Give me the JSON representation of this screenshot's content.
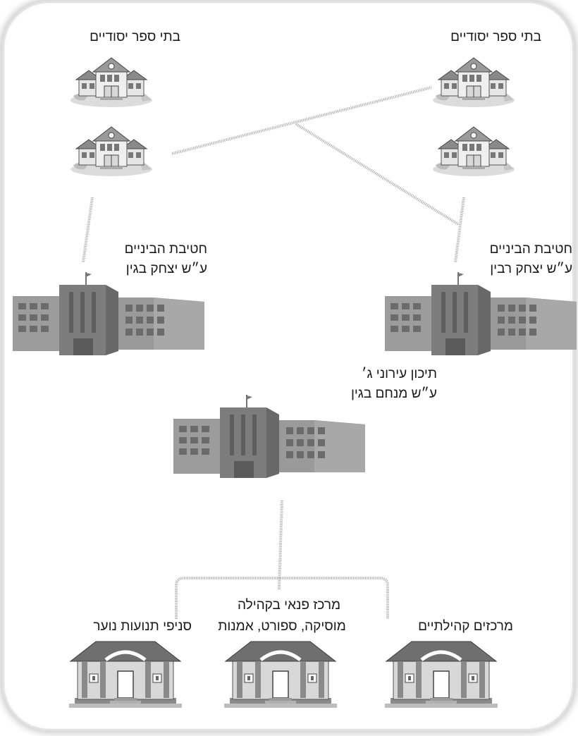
{
  "labels": {
    "primary_left": "בתי ספר יסודיים",
    "primary_right": "בתי ספר יסודיים",
    "middle_left_line1": "חטיבת הביניים",
    "middle_left_line2": "ע״ש יצחק בגין",
    "middle_right_line1": "חטיבת הביניים",
    "middle_right_line2": "ע״ש יצחק רבין",
    "high_line1": "תיכון עירוני ג׳",
    "high_line2": "ע״ש מנחם בגין",
    "youth_branches": "סניפי תנועות נוער",
    "private_center_line1": "מרכז פנאי בקהילה",
    "private_center_line2": "מוסיקה, ספורט, אמנות",
    "community_centers": "מרכזים קהילתיים"
  },
  "colors": {
    "line": "#b9b9b9",
    "building_light": "#9b9b9b",
    "building_mid": "#7d7d7d",
    "building_dark": "#606060",
    "window": "#6a6a6a"
  }
}
